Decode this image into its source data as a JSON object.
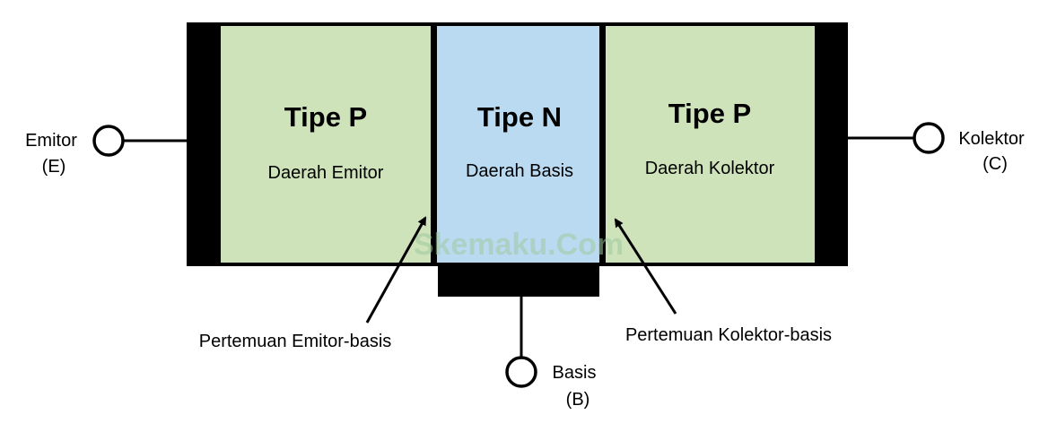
{
  "colors": {
    "p_region": "#cfe3ba",
    "n_region": "#badaf1",
    "border": "#000000",
    "watermark": "#9fc9a0"
  },
  "regions": {
    "emitter": {
      "type": "Tipe P",
      "name": "Daerah Emitor"
    },
    "base": {
      "type": "Tipe N",
      "name": "Daerah Basis"
    },
    "collector": {
      "type": "Tipe P",
      "name": "Daerah Kolektor"
    }
  },
  "terminals": {
    "emitter": {
      "label": "Emitor",
      "symbol": "(E)"
    },
    "collector": {
      "label": "Kolektor",
      "symbol": "(C)"
    },
    "base": {
      "label": "Basis",
      "symbol": "(B)"
    }
  },
  "junctions": {
    "emitter_base": "Pertemuan Emitor-basis",
    "collector_base": "Pertemuan Kolektor-basis"
  },
  "watermark": "Skemaku.Com"
}
